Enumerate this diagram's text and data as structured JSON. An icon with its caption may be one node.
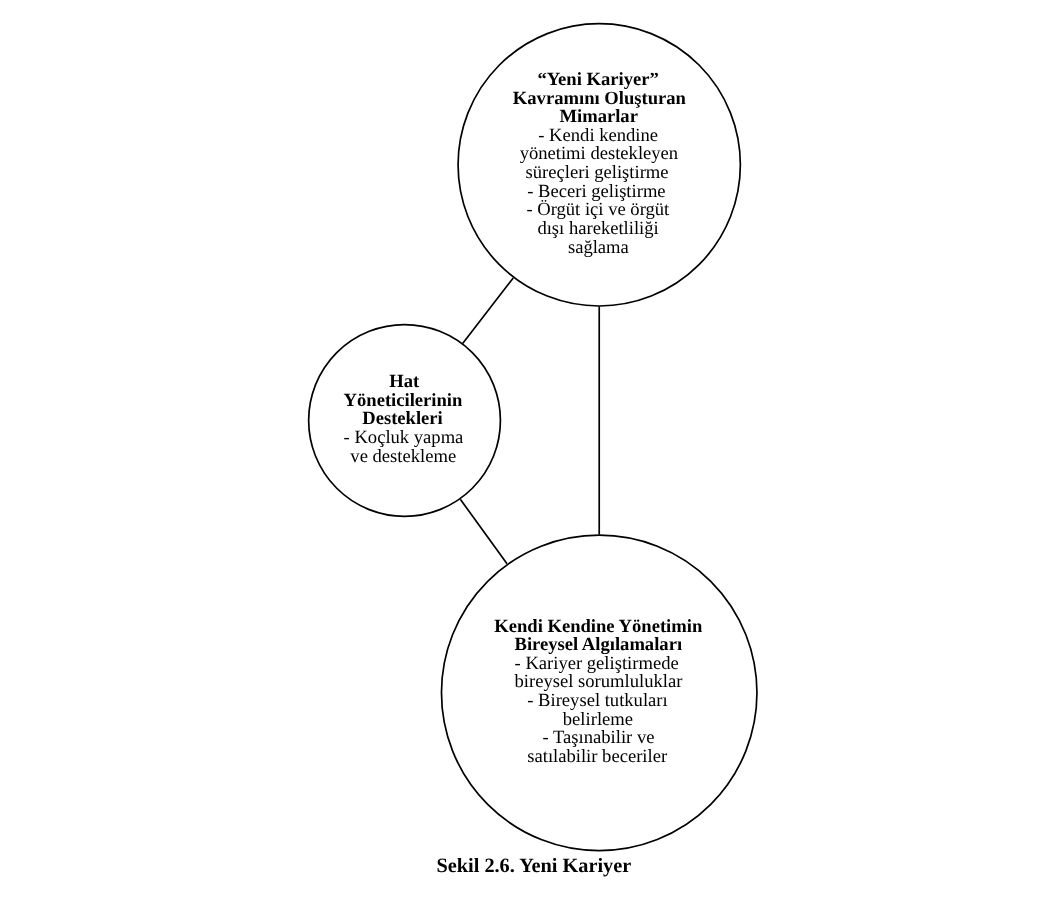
{
  "diagram": {
    "caption": "Sekil 2.6. Yeni Kariyer",
    "nodes": [
      {
        "text": [
          "“Yeni Kariyer” Kavramını Oluşturan Mimarlar",
          "- Kendi kendine yönetimi destekleyen süreçleri geliştirme",
          "- Beceri geliştirme",
          "- Örgüt içi ve örgüt dışı hareketliliği sağlama"
        ]
      },
      {
        "text": [
          "Hat Yöneticilerinin Destekleri",
          "- Koçluk yapma ve destekleme"
        ]
      },
      {
        "text": [
          "Kendi Kendine Yönetimin Bireysel Algılamaları",
          "- Kariyer geliştirmede bireysel sorumluluklar",
          "- Bireysel tutkuları belirleme",
          "- Taşınabilir ve satılabilir beceriler"
        ]
      }
    ],
    "edges": [
      {
        "from": 0,
        "to": 1,
        "arrow": "none"
      },
      {
        "from": 0,
        "to": 2,
        "arrow": "none"
      },
      {
        "from": 1,
        "to": 2,
        "arrow": "none"
      }
    ]
  }
}
